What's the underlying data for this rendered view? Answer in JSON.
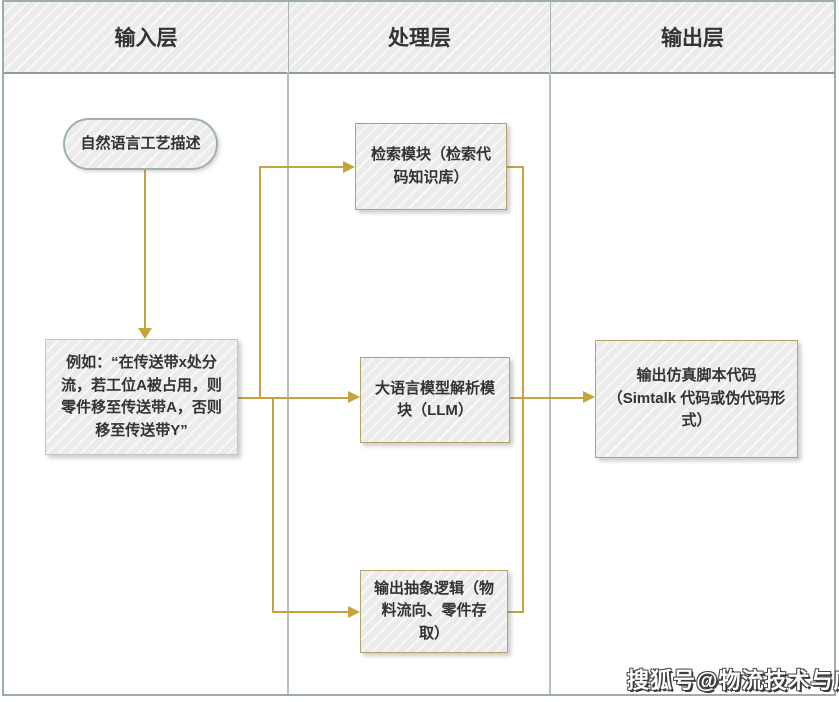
{
  "colors": {
    "connector": "#C6A33D",
    "lane_border": "#9CAEA6",
    "separator": "#B6C2BC",
    "box_border_tan": "#B3A367",
    "box_border_gray": "#C6C6C6",
    "stadium_border": "#9FB1A9",
    "text": "#333333"
  },
  "lanes": [
    {
      "id": "input",
      "label": "输入层"
    },
    {
      "id": "process",
      "label": "处理层"
    },
    {
      "id": "output",
      "label": "输出层"
    }
  ],
  "nodes": {
    "natural_language_desc": {
      "shape": "stadium",
      "lane": "input",
      "label": "自然语言工艺描述"
    },
    "example": {
      "shape": "rect",
      "lane": "input",
      "label": "例如：“在传送带x处分流，若工位A被占用，则零件移至传送带A，否则移至传送带Y”"
    },
    "retrieval_module": {
      "shape": "rect",
      "lane": "process",
      "label": "检索模块（检索代码知识库）"
    },
    "llm_module": {
      "shape": "rect",
      "lane": "process",
      "label": "大语言模型解析模块（LLM）"
    },
    "abstract_logic": {
      "shape": "rect",
      "lane": "process",
      "label": "输出抽象逻辑（物料流向、零件存取）"
    },
    "simulation_code": {
      "shape": "rect",
      "lane": "output",
      "label": "输出仿真脚本代码（Simtalk 代码或伪代码形式）"
    }
  },
  "edges": [
    {
      "from": "natural_language_desc",
      "to": "example"
    },
    {
      "from": "example",
      "to": "retrieval_module"
    },
    {
      "from": "example",
      "to": "llm_module"
    },
    {
      "from": "example",
      "to": "abstract_logic"
    },
    {
      "from": "retrieval_module",
      "to": "llm_module"
    },
    {
      "from": "abstract_logic",
      "to": "llm_module"
    },
    {
      "from": "llm_module",
      "to": "simulation_code"
    }
  ],
  "watermark": {
    "label": "搜狐号@物流技术与应用"
  }
}
